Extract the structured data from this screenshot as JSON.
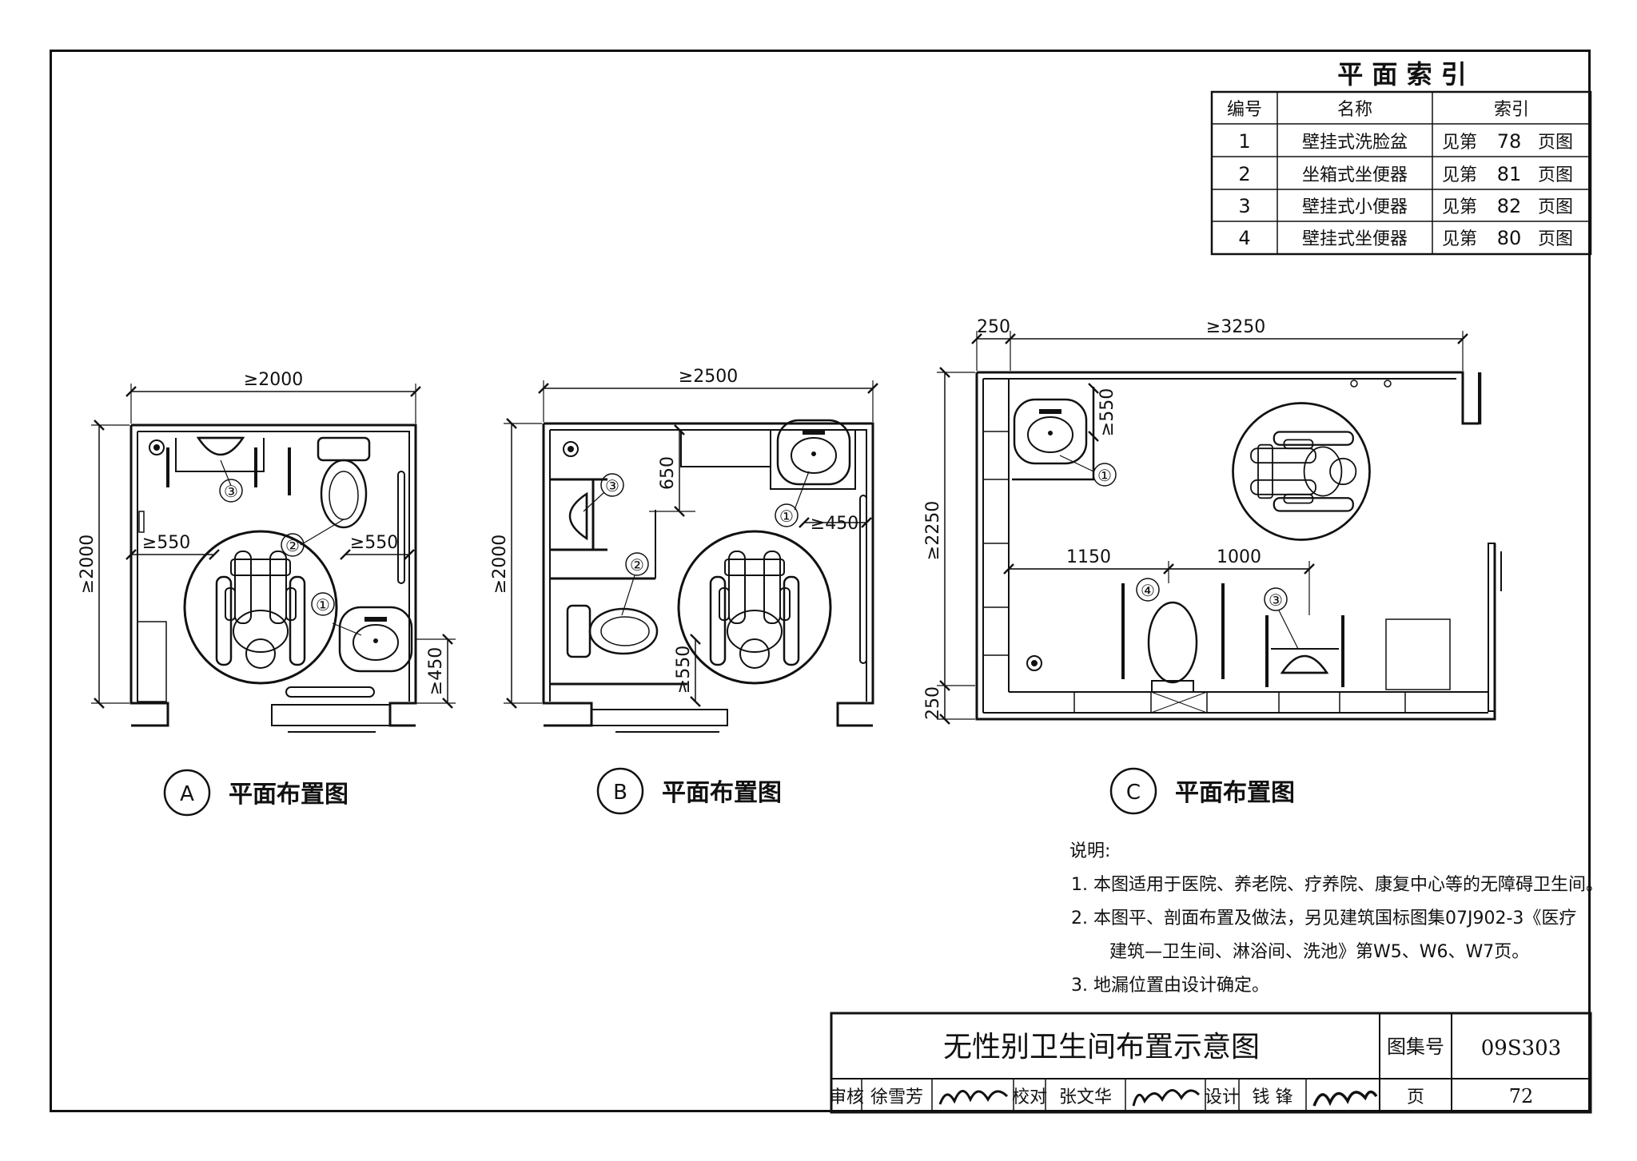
{
  "index_table": {
    "title": "平 面 索 引",
    "headers": [
      "编号",
      "名称",
      "索引"
    ],
    "rows": [
      {
        "no": "1",
        "name": "壁挂式洗脸盆",
        "ref_prefix": "见第",
        "page": "78",
        "ref_suffix": "页图"
      },
      {
        "no": "2",
        "name": "坐箱式坐便器",
        "ref_prefix": "见第",
        "page": "81",
        "ref_suffix": "页图"
      },
      {
        "no": "3",
        "name": "壁挂式小便器",
        "ref_prefix": "见第",
        "page": "82",
        "ref_suffix": "页图"
      },
      {
        "no": "4",
        "name": "壁挂式坐便器",
        "ref_prefix": "见第",
        "page": "80",
        "ref_suffix": "页图"
      }
    ]
  },
  "plans": {
    "a": {
      "letter": "A",
      "caption": "平面布置图",
      "dims": {
        "width": "≥2000",
        "height": "≥2000",
        "left_clear": "≥550",
        "right_clear": "≥550",
        "basin_side": "≥450"
      },
      "callouts": [
        "①",
        "②",
        "③"
      ]
    },
    "b": {
      "letter": "B",
      "caption": "平面布置图",
      "dims": {
        "width": "≥2500",
        "height": "≥2000",
        "upper": "650",
        "basin_side": "≥450",
        "toilet_side": "≥550"
      },
      "callouts": [
        "①",
        "②",
        "③"
      ]
    },
    "c": {
      "letter": "C",
      "caption": "平面布置图",
      "dims": {
        "top_left": "250",
        "top_main": "≥3250",
        "height": "≥2250",
        "bottom": "250",
        "basin_side": "≥550",
        "seg1": "1150",
        "seg2": "1000"
      },
      "callouts": [
        "①",
        "③",
        "④"
      ]
    }
  },
  "notes": {
    "heading": "说明:",
    "items": [
      "1. 本图适用于医院、养老院、疗养院、康复中心等的无障碍卫生间。",
      "2. 本图平、剖面布置及做法，另见建筑国标图集07J902-3《医疗",
      "建筑—卫生间、淋浴间、洗池》第W5、W6、W7页。",
      "3. 地漏位置由设计确定。"
    ]
  },
  "title_block": {
    "title": "无性别卫生间布置示意图",
    "atlas_label": "图集号",
    "atlas_no": "09S303",
    "reviewer_label": "审核",
    "reviewer": "徐雪芳",
    "checker_label": "校对",
    "checker": "张文华",
    "designer_label": "设计",
    "designer": "钱 锋",
    "page_label": "页",
    "page": "72"
  }
}
